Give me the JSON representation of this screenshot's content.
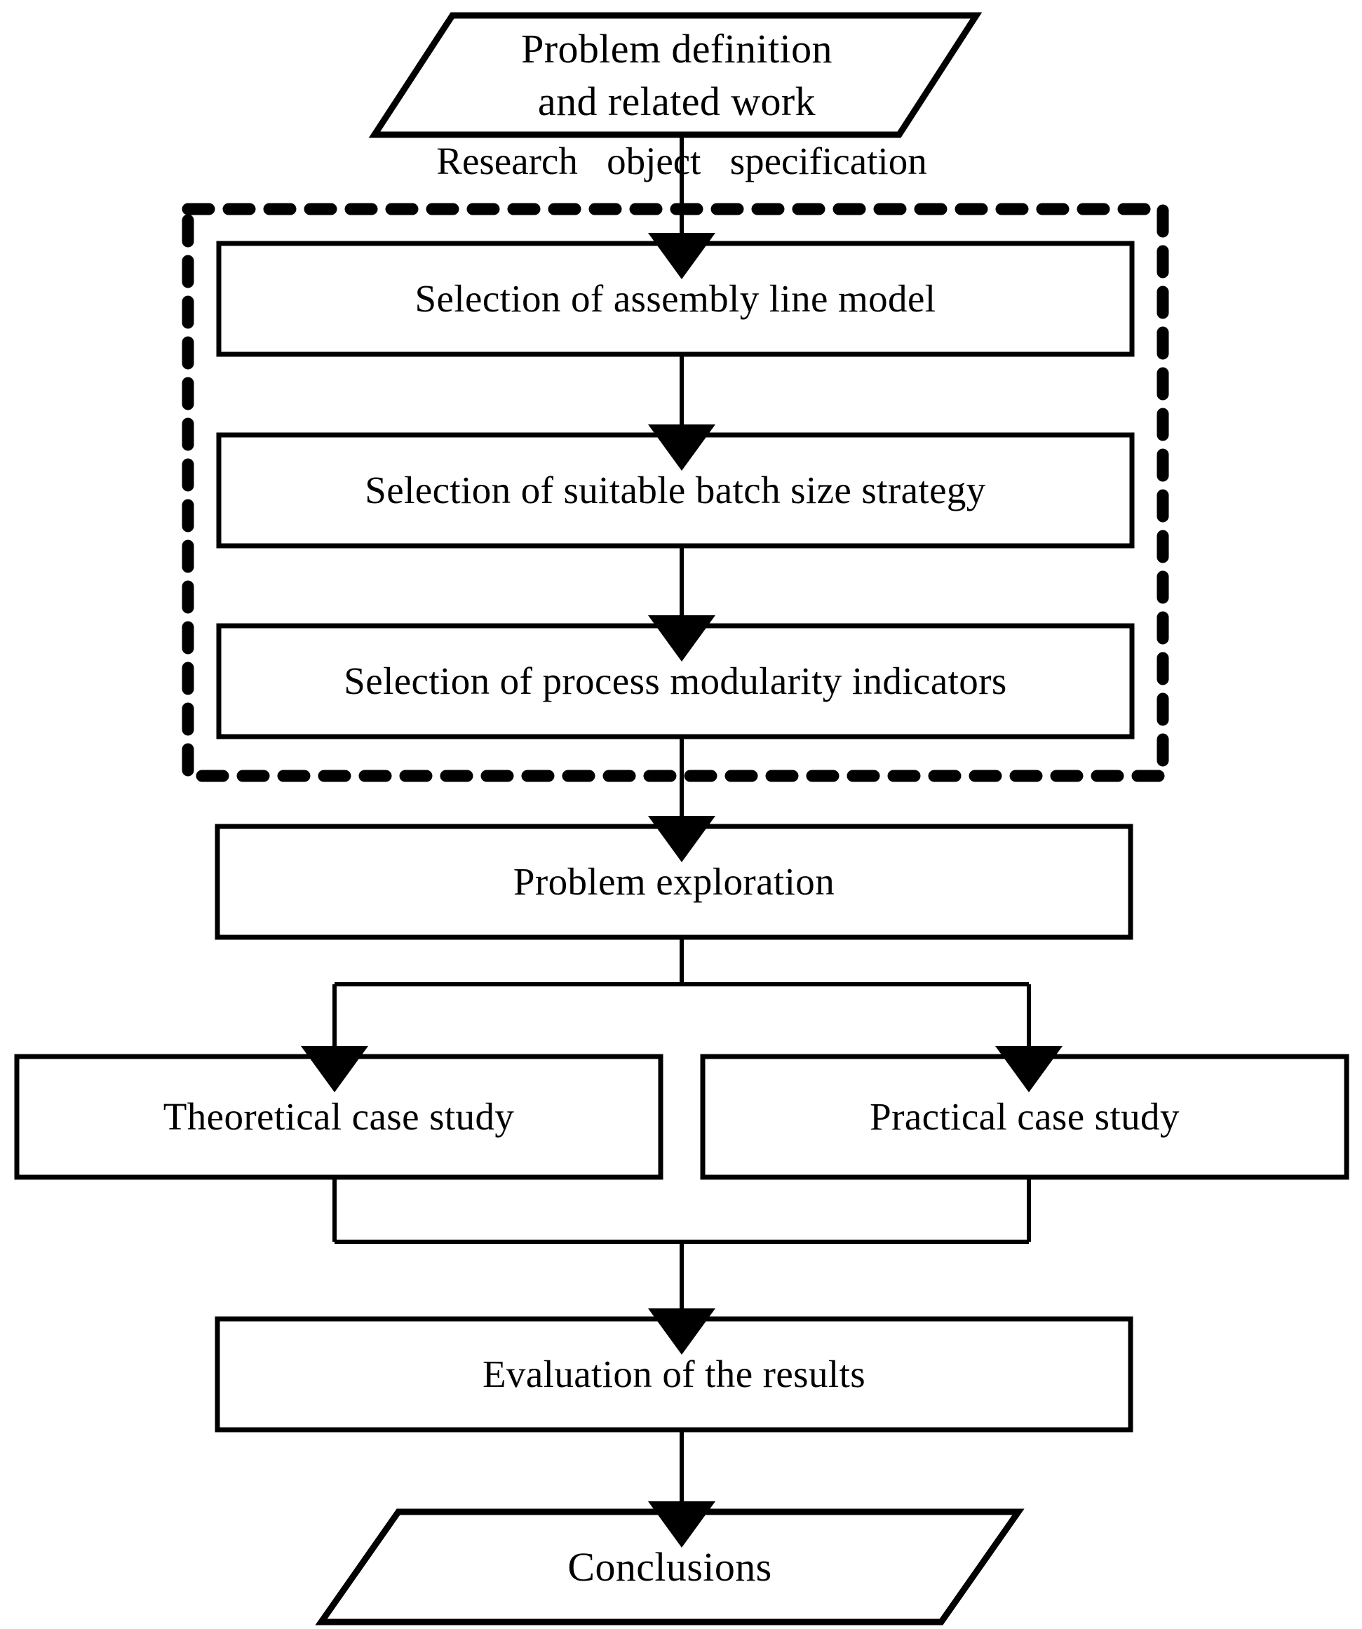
{
  "diagram": {
    "title": "Research methodology flowchart",
    "stroke_color": "#000000",
    "fill_color": "#ffffff",
    "type": "flowchart"
  },
  "nodes": {
    "start": {
      "label": "Problem definition\nand related work",
      "shape": "parallelogram"
    },
    "select_model": {
      "label": "Selection of assembly line model",
      "shape": "rectangle"
    },
    "select_batch": {
      "label": "Selection of suitable batch size strategy",
      "shape": "rectangle"
    },
    "select_indicators": {
      "label": "Selection of process modularity  indicators",
      "shape": "rectangle"
    },
    "problem_exploration": {
      "label": "Problem exploration",
      "shape": "rectangle"
    },
    "theoretical_case": {
      "label": "Theoretical case study",
      "shape": "rectangle"
    },
    "practical_case": {
      "label": "Practical  case  study",
      "shape": "rectangle"
    },
    "evaluation": {
      "label": "Evaluation of the results",
      "shape": "rectangle"
    },
    "conclusions": {
      "label": "Conclusions",
      "shape": "parallelogram"
    }
  },
  "group": {
    "border_style": "dashed",
    "contains": [
      "select_model",
      "select_batch",
      "select_indicators"
    ]
  },
  "edge_labels": {
    "research_object_specification": "Research   object   specification"
  }
}
